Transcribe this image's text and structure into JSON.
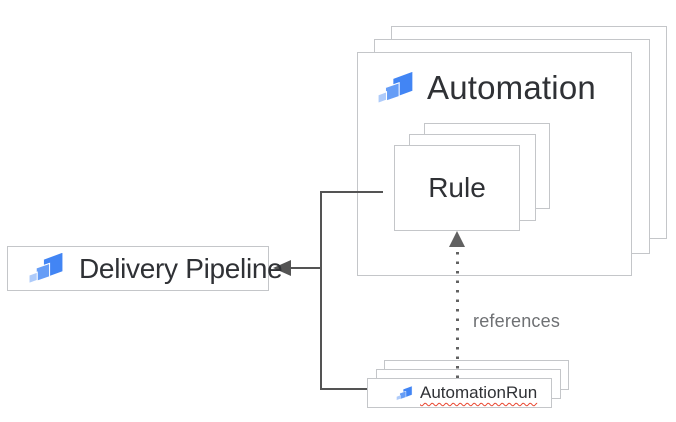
{
  "diagram": {
    "nodes": {
      "automation": {
        "label": "Automation",
        "stack_count": 3
      },
      "rule": {
        "label": "Rule",
        "stack_count": 3
      },
      "delivery_pipeline": {
        "label": "Delivery Pipeline"
      },
      "automation_run": {
        "label": "AutomationRun",
        "stack_count": 3,
        "spellcheck_squiggle": true
      }
    },
    "edges": {
      "rule_to_pipeline": {
        "style": "solid",
        "arrow": "into delivery_pipeline"
      },
      "automation_run_to_pipeline": {
        "style": "solid",
        "arrow": "into delivery_pipeline"
      },
      "automation_run_to_rule": {
        "style": "dotted",
        "label": "references",
        "arrow": "into rule"
      }
    },
    "references_label": "references",
    "colors": {
      "background": "#ffffff",
      "box_border": "#c4c6c9",
      "text": "#2f3135",
      "muted_text": "#6e7073",
      "connector": "#545454",
      "dotted_connector": "#616161",
      "squiggle_red": "#e8442e",
      "icon_blue_dark": "#4285f4",
      "icon_blue_mid": "#669df6",
      "icon_blue_light": "#aecbfa"
    }
  }
}
